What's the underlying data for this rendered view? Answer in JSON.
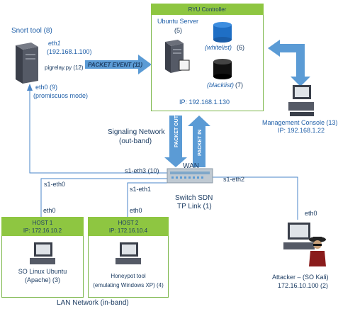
{
  "ryu": {
    "title": "RYU Controller",
    "server_label": "Ubuntu Server",
    "server_num": "(5)",
    "whitelist_label": "(whitelist)",
    "whitelist_num": "(6)",
    "blacklist_label": "(blacklist)",
    "blacklist_num": "(7)",
    "ip": "IP: 192.168.1.130"
  },
  "snort": {
    "title": "Snort tool (8)",
    "eth1": "eth1",
    "eth1_ip": "(192.168.1.100)",
    "pigrelay": "pigrelay.py (12)",
    "eth0": "eth0 (9)",
    "mode": "(promiscuos mode)"
  },
  "packet_event": "PACKET EVENT (11)",
  "management": {
    "label": "Management Console (13)",
    "ip": "IP: 192.168.1.22"
  },
  "signaling": {
    "line1": "Signaling Network",
    "line2": "(out-band)"
  },
  "packet_out": "PACKET OUT",
  "packet_in": "PACKET IN",
  "switch": {
    "wan": "WAN",
    "name": "Switch SDN",
    "model": "TP Link (1)",
    "eth3": "s1-eth3 (10)",
    "eth0": "s1-eth0",
    "eth1": "s1-eth1",
    "eth2": "s1-eth2"
  },
  "host1": {
    "title": "HOST 1",
    "ip": "IP: 172.16.10.2",
    "eth": "eth0",
    "os": "SO Linux Ubuntu",
    "app": "(Apache) (3)"
  },
  "host2": {
    "title": "HOST 2",
    "ip": "IP: 172.16.10.4",
    "eth": "eth0",
    "app": "Honeypot tool",
    "app2": "(emulating Windows XP) (4)"
  },
  "attacker": {
    "eth": "eth0",
    "label": "Attacker – (SO Kali)",
    "ip": "172.16.10.100 (2)"
  },
  "lan": "LAN Network (in-band)",
  "colors": {
    "green": "#8ec641",
    "green_border": "#7ab648",
    "arrow_blue": "#5b9bd5",
    "line_blue": "#4a86c8"
  }
}
